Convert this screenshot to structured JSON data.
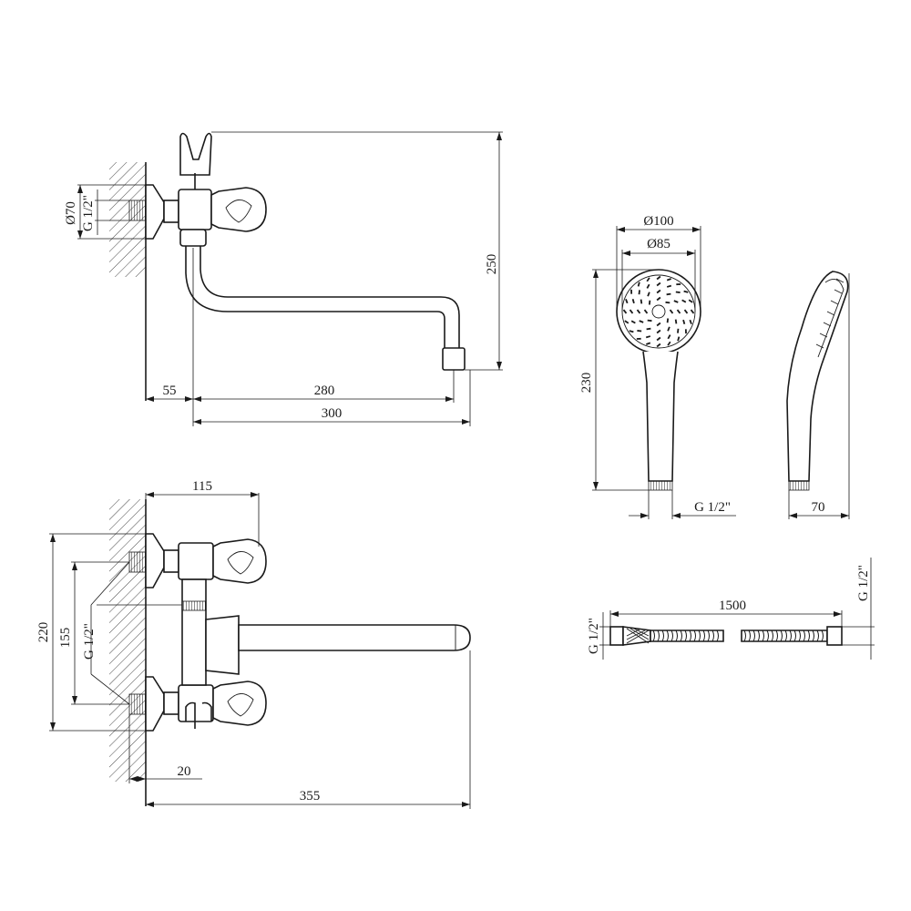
{
  "labels": {
    "top_spout_bend_height": "250",
    "top_wall_offset": "55",
    "top_spout_reach": "280",
    "top_total_reach": "300",
    "top_flange_dia": "Ø70",
    "top_thread": "G 1/2\"",
    "bottom_body_width": "115",
    "bottom_total_height": "220",
    "bottom_inlet_spacing": "155",
    "bottom_thread": "G 1/2\"",
    "bottom_wall_offset": "20",
    "bottom_total_reach": "355",
    "head_outer_dia": "Ø100",
    "head_face_dia": "Ø85",
    "handshower_length": "230",
    "handshower_thread": "G 1/2\"",
    "handshower_depth": "70",
    "hose_length": "1500",
    "hose_thread_left": "G 1/2\"",
    "hose_thread_right": "G 1/2\""
  }
}
